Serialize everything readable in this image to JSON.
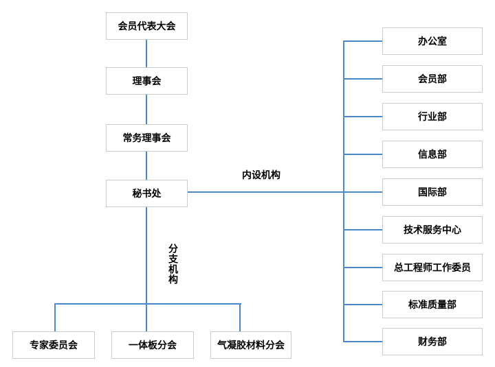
{
  "colors": {
    "line": "#4a89c8",
    "box_border": "#cccccc",
    "box_bg": "#ffffff",
    "text": "#000000"
  },
  "org": {
    "chain": [
      {
        "label": "会员代表大会"
      },
      {
        "label": "理事会"
      },
      {
        "label": "常务理事会"
      },
      {
        "label": "秘书处"
      }
    ],
    "internal_label": "内设机构",
    "branch_label": "分支机构",
    "departments": [
      "办公室",
      "会员部",
      "行业部",
      "信息部",
      "国际部",
      "技术服务中心",
      "总工程师工作委员",
      "标准质量部",
      "财务部"
    ],
    "branches": [
      "专家委员会",
      "一体板分会",
      "气凝胶材料分会"
    ]
  }
}
